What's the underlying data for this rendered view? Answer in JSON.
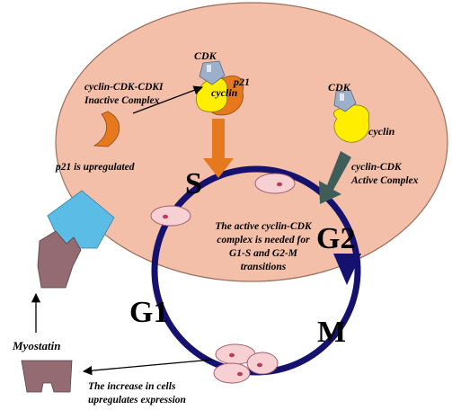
{
  "labels": {
    "cdk_top": "CDK",
    "cyclin_top": "cyclin",
    "p21_top": "p21",
    "inactive_complex_line1": "cyclin-CDK-CDKI",
    "inactive_complex_line2": "Inactive Complex",
    "p21_upregulated": "p21 is upregulated",
    "cdk_right": "CDK",
    "cyclin_right": "cyclin",
    "active_complex_line1": "cyclin-CDK",
    "active_complex_line2": "Active Complex",
    "center_line1": "The active cyclin-CDK",
    "center_line2": "complex is needed for",
    "center_line3": "G1-S and G2-M",
    "center_line4": "transitions",
    "phase_s": "S",
    "phase_g2": "G2",
    "phase_g1": "G1",
    "phase_m": "M",
    "myostatin": "Myostatin",
    "increase_line1": "The increase in cells",
    "increase_line2": "upregulates expression"
  },
  "colors": {
    "cell_fill": "#f4bfa9",
    "cell_stroke": "#9a6e5c",
    "cycle_ring": "#14126e",
    "cdk": "#9cb0cc",
    "cyclin": "#ffee00",
    "p21": "#e6781e",
    "inhibit_arrow": "#e6781e",
    "active_arrow": "#3f5e5a",
    "receptor": "#5bbce6",
    "myostatin": "#946b73",
    "small_cell": "#f7d0d4",
    "small_cell_nucleus": "#b83d5a"
  },
  "icons": {
    "p21_protein": "orange-crescent-icon",
    "receptor": "blue-pentagon-icon",
    "myostatin_ligand": "myostatin-shape-icon"
  }
}
